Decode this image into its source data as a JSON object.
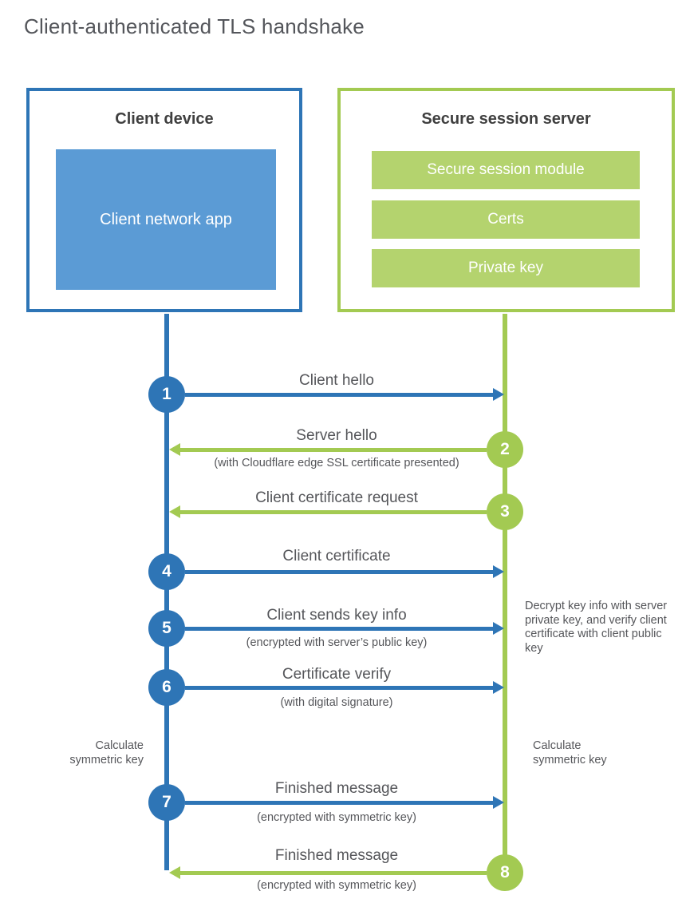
{
  "title": "Client-authenticated TLS handshake",
  "client": {
    "title": "Client device",
    "app_label": "Client network app"
  },
  "server": {
    "title": "Secure session server",
    "modules": [
      "Secure session module",
      "Certs",
      "Private key"
    ]
  },
  "steps": [
    {
      "number": "1",
      "actor": "client",
      "direction": "right",
      "label": "Client hello",
      "sub": ""
    },
    {
      "number": "2",
      "actor": "server",
      "direction": "left",
      "label": "Server hello",
      "sub": "(with Cloudflare edge SSL certificate presented)"
    },
    {
      "number": "3",
      "actor": "server",
      "direction": "left",
      "label": "Client certificate request",
      "sub": ""
    },
    {
      "number": "4",
      "actor": "client",
      "direction": "right",
      "label": "Client certificate",
      "sub": ""
    },
    {
      "number": "5",
      "actor": "client",
      "direction": "right",
      "label": "Client sends key info",
      "sub": "(encrypted with server’s public key)"
    },
    {
      "number": "6",
      "actor": "client",
      "direction": "right",
      "label": "Certificate verify",
      "sub": "(with digital signature)"
    },
    {
      "number": "7",
      "actor": "client",
      "direction": "right",
      "label": "Finished message",
      "sub": "(encrypted with symmetric key)"
    },
    {
      "number": "8",
      "actor": "server",
      "direction": "left",
      "label": "Finished message",
      "sub": "(encrypted with symmetric key)"
    }
  ],
  "notes": {
    "decrypt": "Decrypt key info with server private key, and verify client certificate with client public key",
    "calc_left": "Calculate symmetric key",
    "calc_right": "Calculate symmetric key"
  },
  "colors": {
    "blue": "#2e75b6",
    "blue_fill": "#5b9bd5",
    "green": "#a3ca52",
    "green_fill": "#b4d36e"
  }
}
